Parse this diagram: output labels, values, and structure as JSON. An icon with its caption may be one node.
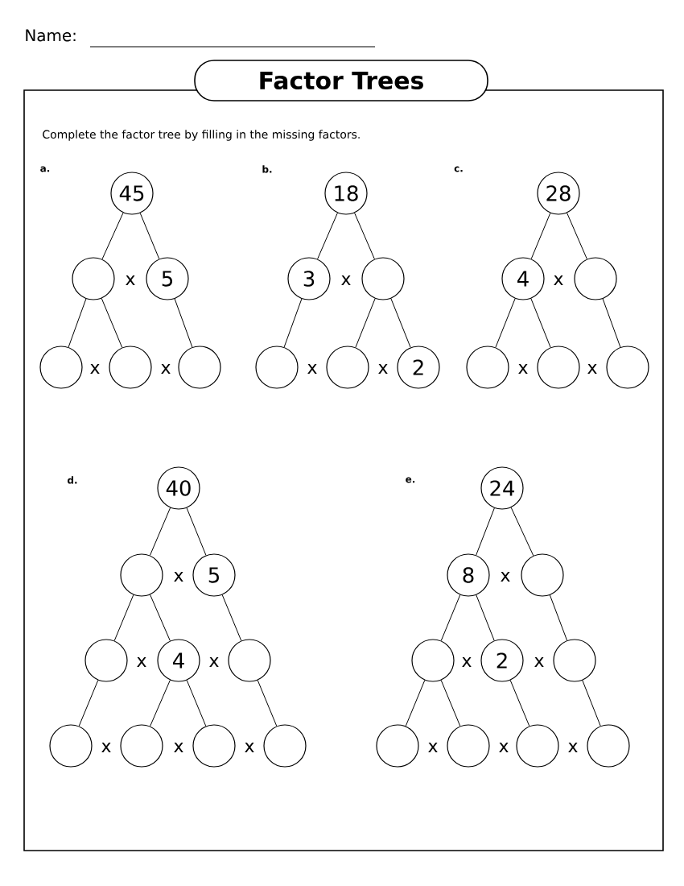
{
  "diagram": {
    "title": "Factor Trees",
    "nodes": [
      {
        "text": [
          "45"
        ]
      },
      {
        "text": [],
        "shape": "circle"
      },
      {
        "text": [
          "5"
        ]
      },
      {
        "text": [],
        "shape": "circle"
      },
      {
        "text": [],
        "shape": "circle"
      },
      {
        "text": [],
        "shape": "circle"
      },
      {
        "text": [
          "18"
        ]
      },
      {
        "text": [
          "3"
        ]
      },
      {
        "text": [],
        "shape": "circle"
      },
      {
        "text": [],
        "shape": "circle"
      },
      {
        "text": [],
        "shape": "circle"
      },
      {
        "text": [
          "2"
        ]
      },
      {
        "text": [
          "28"
        ]
      },
      {
        "text": [
          "4"
        ]
      },
      {
        "text": [],
        "shape": "circle"
      },
      {
        "text": [],
        "shape": "circle"
      },
      {
        "text": [],
        "shape": "circle"
      },
      {
        "text": [],
        "shape": "circle"
      },
      {
        "text": [
          "40"
        ]
      },
      {
        "text": [],
        "shape": "circle"
      },
      {
        "text": [
          "5"
        ]
      },
      {
        "text": [],
        "shape": "circle"
      },
      {
        "text": [
          "4"
        ]
      },
      {
        "text": [],
        "shape": "circle"
      },
      {
        "text": [],
        "shape": "circle"
      },
      {
        "text": [],
        "shape": "circle"
      },
      {
        "text": [],
        "shape": "circle"
      },
      {
        "text": [],
        "shape": "circle"
      },
      {
        "text": [
          "24"
        ]
      },
      {
        "text": [
          "8"
        ]
      },
      {
        "text": [],
        "shape": "circle"
      },
      {
        "text": [],
        "shape": "circle"
      },
      {
        "text": [
          "2"
        ]
      },
      {
        "text": [],
        "shape": "circle"
      },
      {
        "text": [],
        "shape": "circle"
      },
      {
        "text": [],
        "shape": "circle"
      },
      {
        "text": [],
        "shape": "circle"
      },
      {
        "text": [],
        "shape": "circle"
      }
    ],
    "edges": [
      {
        "from": 0,
        "to": 1,
        "arrow": "none"
      },
      {
        "from": 0,
        "to": 2,
        "arrow": "none"
      },
      {
        "from": 1,
        "to": 3,
        "arrow": "none"
      },
      {
        "from": 1,
        "to": 4,
        "arrow": "none"
      },
      {
        "from": 2,
        "to": 5,
        "arrow": "none"
      },
      {
        "from": 6,
        "to": 7,
        "arrow": "none"
      },
      {
        "from": 6,
        "to": 8,
        "arrow": "none"
      },
      {
        "from": 7,
        "to": 9,
        "arrow": "none"
      },
      {
        "from": 8,
        "to": 10,
        "arrow": "none"
      },
      {
        "from": 8,
        "to": 11,
        "arrow": "none"
      },
      {
        "from": 12,
        "to": 13,
        "arrow": "none"
      },
      {
        "from": 12,
        "to": 14,
        "arrow": "none"
      },
      {
        "from": 13,
        "to": 15,
        "arrow": "none"
      },
      {
        "from": 13,
        "to": 16,
        "arrow": "none"
      },
      {
        "from": 14,
        "to": 17,
        "arrow": "none"
      },
      {
        "from": 18,
        "to": 19,
        "arrow": "none"
      },
      {
        "from": 18,
        "to": 20,
        "arrow": "none"
      },
      {
        "from": 19,
        "to": 21,
        "arrow": "none"
      },
      {
        "from": 19,
        "to": 22,
        "arrow": "none"
      },
      {
        "from": 20,
        "to": 23,
        "arrow": "none"
      },
      {
        "from": 21,
        "to": 24,
        "arrow": "none"
      },
      {
        "from": 22,
        "to": 25,
        "arrow": "none"
      },
      {
        "from": 22,
        "to": 26,
        "arrow": "none"
      },
      {
        "from": 23,
        "to": 27,
        "arrow": "none"
      },
      {
        "from": 28,
        "to": 29,
        "arrow": "none"
      },
      {
        "from": 28,
        "to": 30,
        "arrow": "none"
      },
      {
        "from": 29,
        "to": 31,
        "arrow": "none"
      },
      {
        "from": 29,
        "to": 32,
        "arrow": "none"
      },
      {
        "from": 30,
        "to": 33,
        "arrow": "none"
      },
      {
        "from": 31,
        "to": 34,
        "arrow": "none"
      },
      {
        "from": 31,
        "to": 35,
        "arrow": "none"
      },
      {
        "from": 32,
        "to": 36,
        "arrow": "none"
      },
      {
        "from": 33,
        "to": 37,
        "arrow": "none"
      }
    ],
    "labels": [
      "Name:",
      "Complete the factor tree by filling in the missing factors.",
      "a.",
      "x",
      "x",
      "x",
      "b.",
      "x",
      "x",
      "x",
      "c.",
      "x",
      "x",
      "x",
      "d.",
      "x",
      "x",
      "x",
      "x",
      "x",
      "x",
      "e.",
      "x",
      "x",
      "x",
      "x",
      "x",
      "x"
    ]
  }
}
